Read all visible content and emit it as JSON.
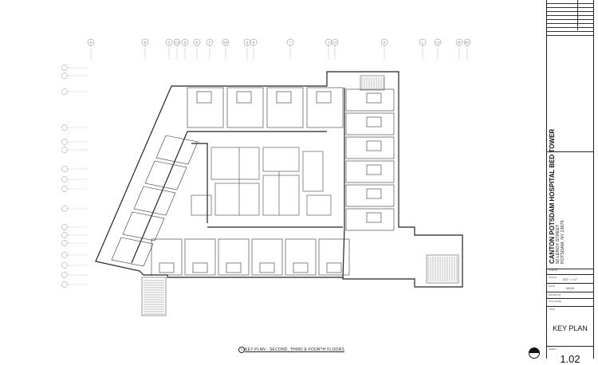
{
  "drawing": {
    "caption_number": "1",
    "caption": "KEY PLAN - SECOND, THIRD & FOURTH FLOORS",
    "column_grid": [
      "A",
      "B",
      "C",
      "C.5",
      "D",
      "E",
      "F",
      "F.4",
      "G",
      "H",
      "I",
      "J",
      "J.2",
      "K",
      "L",
      "L.4",
      "M",
      "M.1"
    ]
  },
  "title_block": {
    "project_name": "CANTON POTSDAM HOSPITAL BED TOWER",
    "address_line1": "50 LEROY STREET",
    "address_line2": "POTSDAM, NY 13676",
    "job_no_label": "JOB NO.",
    "scale_label": "SCALE",
    "scale_value": "3/32\" = 1'-0\"",
    "date_label": "DATE",
    "date_value": "3/5/15",
    "drawn_by_label": "DRAWN BY",
    "file_name_label": "FILE NAME",
    "title_label": "TITLE",
    "title_value": "KEY PLAN",
    "sheet_label": "SHEET",
    "sheet_value": "1.02"
  }
}
